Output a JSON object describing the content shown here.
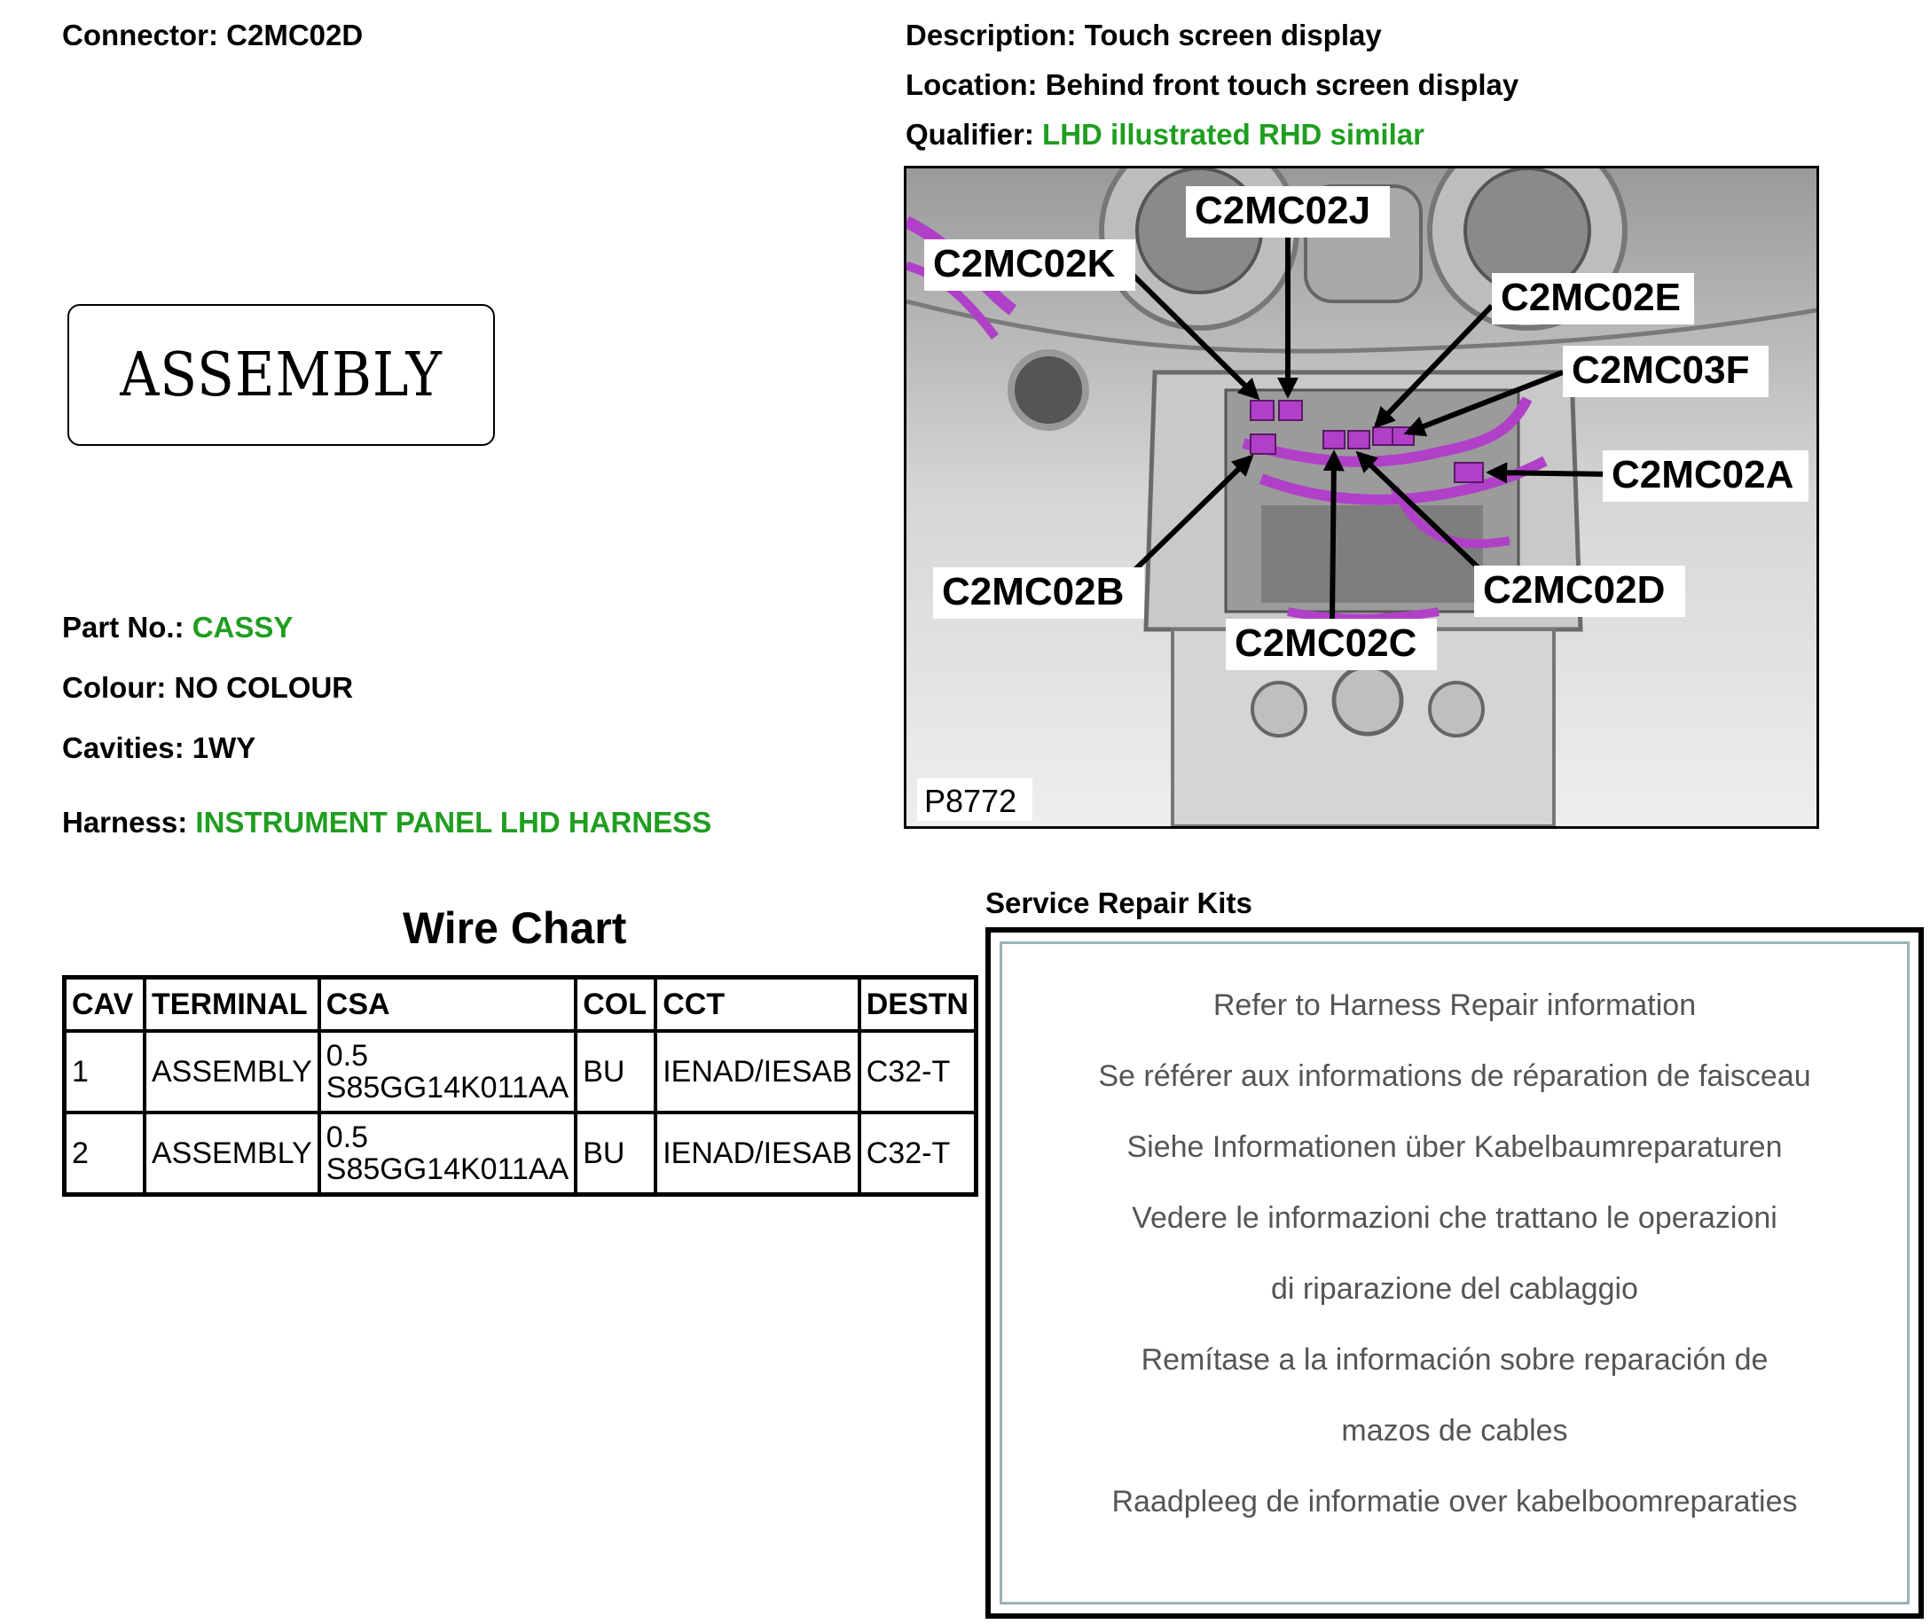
{
  "connector": {
    "label": "Connector:",
    "value": "C2MC02D"
  },
  "description": {
    "label": "Description:",
    "value": "Touch screen display"
  },
  "location": {
    "label": "Location:",
    "value": "Behind front touch screen display"
  },
  "qualifier": {
    "label": "Qualifier:",
    "value": "LHD illustrated RHD similar"
  },
  "assembly_badge": "ASSEMBLY",
  "part_no": {
    "label": "Part No.:",
    "value": "CASSY"
  },
  "colour": {
    "label": "Colour:",
    "value": "NO COLOUR"
  },
  "cavities": {
    "label": "Cavities:",
    "value": "1WY"
  },
  "harness": {
    "label": "Harness:",
    "value": "INSTRUMENT PANEL LHD HARNESS"
  },
  "diagram": {
    "figure_ref": "P8772",
    "callouts": [
      "C2MC02J",
      "C2MC02K",
      "C2MC02E",
      "C2MC03F",
      "C2MC02A",
      "C2MC02B",
      "C2MC02D",
      "C2MC02C"
    ]
  },
  "wire_chart": {
    "title": "Wire Chart",
    "headers": [
      "CAV",
      "TERMINAL",
      "CSA",
      "COL",
      "CCT",
      "DESTN"
    ],
    "rows": [
      {
        "cav": "1",
        "terminal": "ASSEMBLY",
        "csa_size": "0.5",
        "csa_part": "S85GG14K011AA",
        "col": "BU",
        "cct": "IENAD/IESAB",
        "destn": "C32-T"
      },
      {
        "cav": "2",
        "terminal": "ASSEMBLY",
        "csa_size": "0.5",
        "csa_part": "S85GG14K011AA",
        "col": "BU",
        "cct": "IENAD/IESAB",
        "destn": "C32-T"
      }
    ]
  },
  "service_repair_kits": {
    "title": "Service Repair Kits",
    "lines": [
      "Refer to Harness Repair information",
      "Se référer aux informations de réparation de faisceau",
      "Siehe Informationen über Kabelbaumreparaturen",
      "Vedere le informazioni che trattano le operazioni",
      "di riparazione del cablaggio",
      "Remítase a la información sobre reparación de",
      "mazos de cables",
      "Raadpleeg de informatie over kabelboomreparaties"
    ]
  },
  "colors": {
    "accent_green": "#1f9e1f",
    "harness_purple": "#b040c8"
  }
}
